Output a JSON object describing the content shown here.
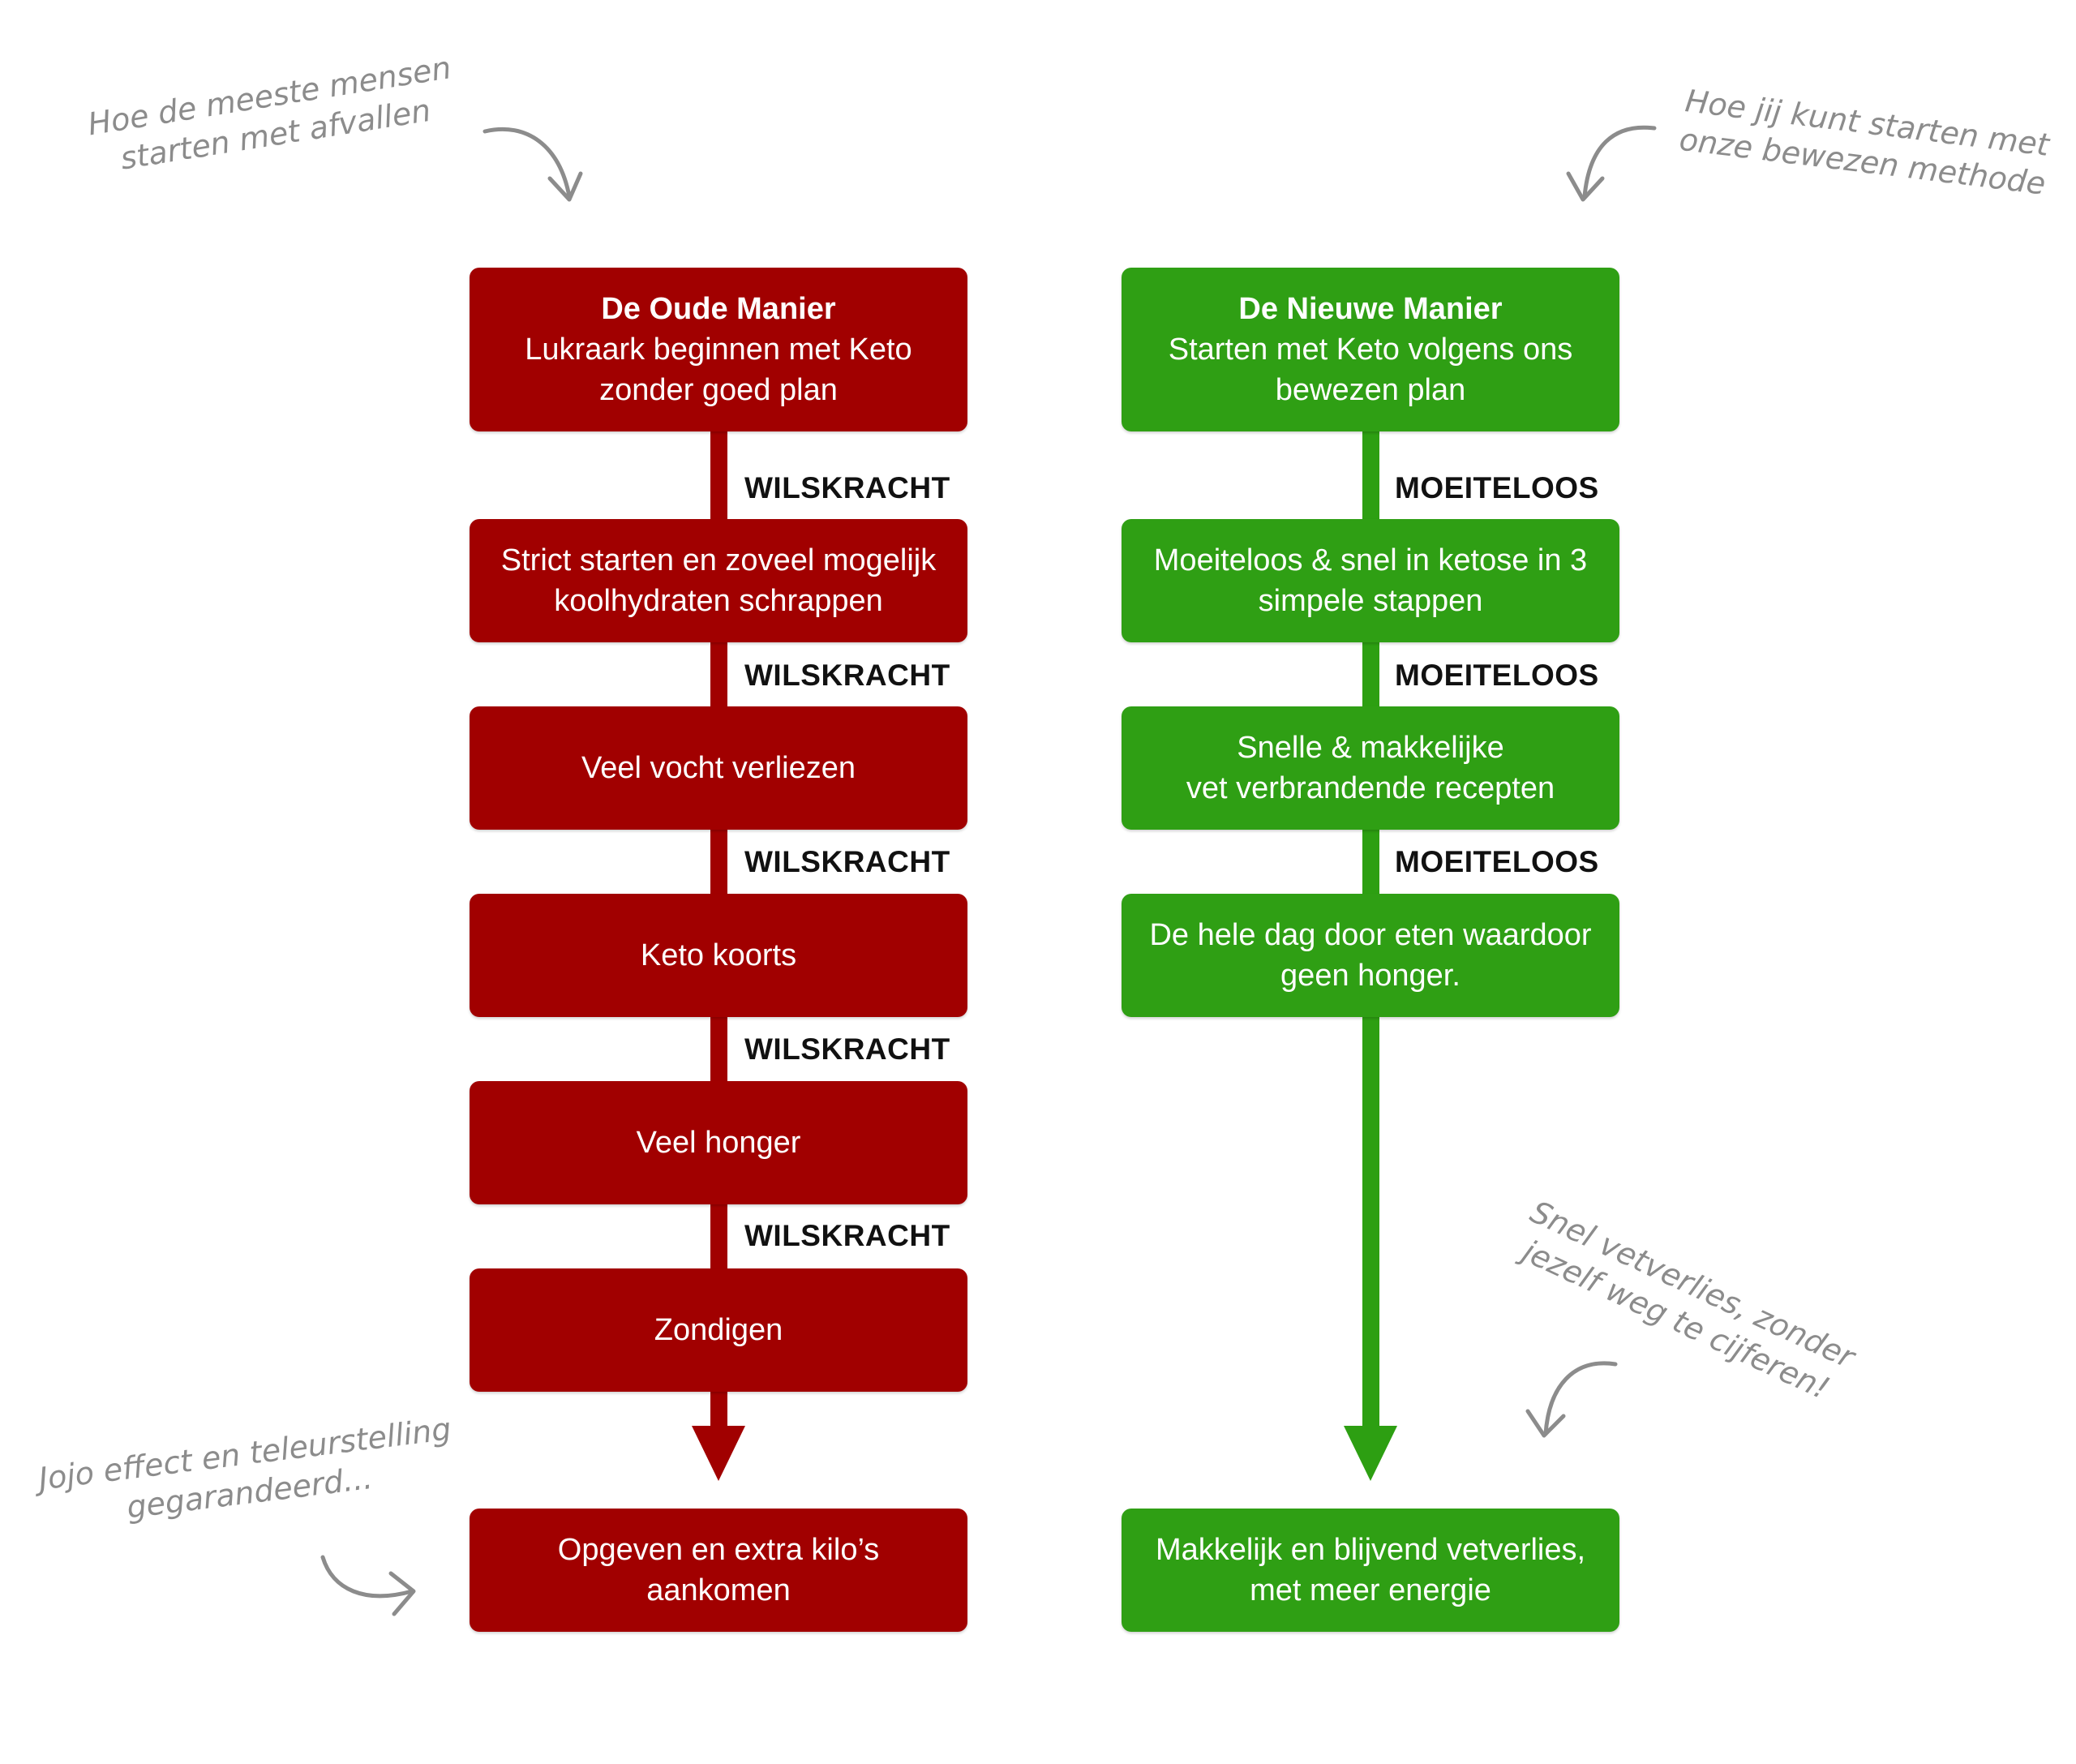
{
  "old_way": {
    "title": "De Oude Manier",
    "subtitle_line1": "Lukraark beginnen met Keto",
    "subtitle_line2": "zonder goed plan",
    "connector_label": "WILSKRACHT",
    "steps": [
      [
        "Strict starten en zoveel mogelijk",
        "koolhydraten schrappen"
      ],
      [
        "Veel vocht verliezen"
      ],
      [
        "Keto koorts"
      ],
      [
        "Veel honger"
      ],
      [
        "Zondigen"
      ]
    ],
    "result_line1": "Opgeven en extra kilo’s",
    "result_line2": "aankomen"
  },
  "new_way": {
    "title": "De Nieuwe Manier",
    "subtitle_line1": "Starten met Keto volgens ons",
    "subtitle_line2": "bewezen plan",
    "connector_label": "MOEITELOOS",
    "steps": [
      [
        "Moeiteloos & snel in ketose in 3",
        "simpele stappen"
      ],
      [
        "Snelle & makkelijke",
        "vet verbrandende recepten"
      ],
      [
        "De hele dag door eten waardoor",
        "geen honger."
      ]
    ],
    "result_line1": "Makkelijk en blijvend vetverlies,",
    "result_line2": "met meer energie"
  },
  "notes": {
    "top_left": [
      "Hoe de meeste mensen",
      "starten met afvallen"
    ],
    "top_right": [
      "Hoe jij kunt starten met",
      "onze bewezen methode"
    ],
    "bottom_left": [
      "Jojo effect en teleurstelling",
      "gegarandeerd..."
    ],
    "bottom_right": [
      "Snel vetverlies, zonder",
      "jezelf weg te cijferen!"
    ]
  },
  "colors": {
    "old_red": "#a10000",
    "new_green": "#2f9f14",
    "note_gray": "#8c8c8c"
  }
}
